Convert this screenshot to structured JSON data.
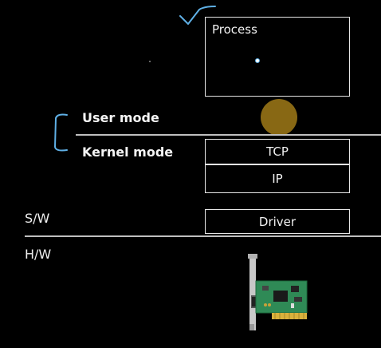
{
  "process_box": {
    "label": "Process"
  },
  "mode_labels": {
    "user": "User mode",
    "kernel": "Kernel mode"
  },
  "stack": {
    "tcp": "TCP",
    "ip": "IP",
    "driver": "Driver"
  },
  "layer_labels": {
    "software": "S/W",
    "hardware": "H/W"
  },
  "colors": {
    "background": "#000000",
    "annotation_blue": "#5fb0e6",
    "pointer_gold": "#a07a18"
  }
}
